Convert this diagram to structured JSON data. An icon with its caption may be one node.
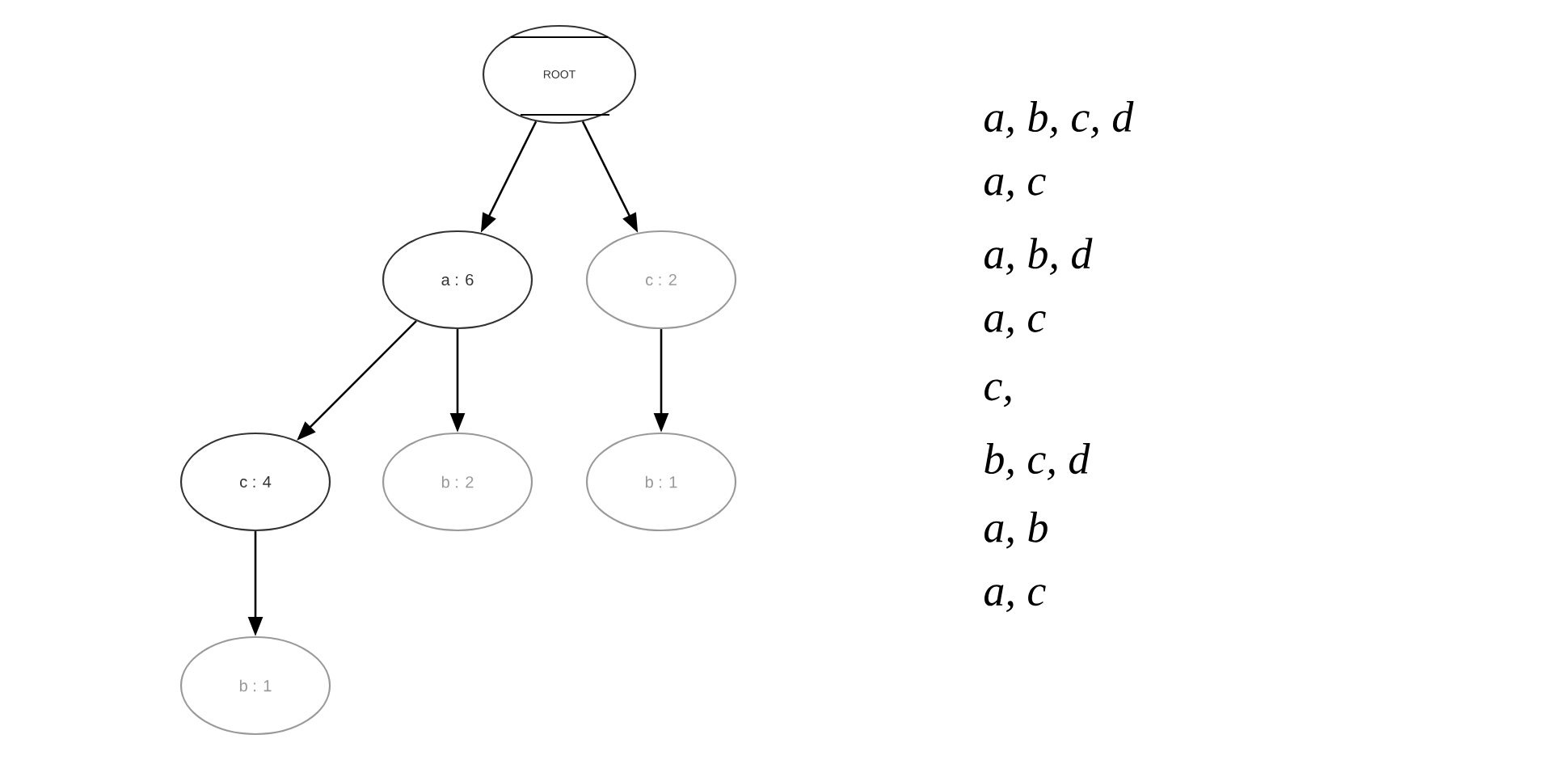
{
  "diagram": {
    "nodes": [
      {
        "text": [
          "ROOT"
        ]
      },
      {
        "text": [
          "a : 6"
        ]
      },
      {
        "text": [
          "c : 2"
        ]
      },
      {
        "text": [
          "c : 4"
        ]
      },
      {
        "text": [
          "b : 2"
        ]
      },
      {
        "text": [
          "b : 1"
        ]
      },
      {
        "text": [
          "b : 1"
        ]
      }
    ],
    "edges": [
      {
        "from": 0,
        "to": 1,
        "arrow": "to"
      },
      {
        "from": 0,
        "to": 2,
        "arrow": "to"
      },
      {
        "from": 1,
        "to": 3,
        "arrow": "to"
      },
      {
        "from": 1,
        "to": 4,
        "arrow": "to"
      },
      {
        "from": 2,
        "to": 5,
        "arrow": "to"
      },
      {
        "from": 3,
        "to": 6,
        "arrow": "to"
      }
    ],
    "labels": [
      "a, b, c, d",
      "a, c",
      "a, b, d",
      "a, c",
      "c,",
      "b, c, d",
      "a, b",
      "a, c"
    ]
  }
}
